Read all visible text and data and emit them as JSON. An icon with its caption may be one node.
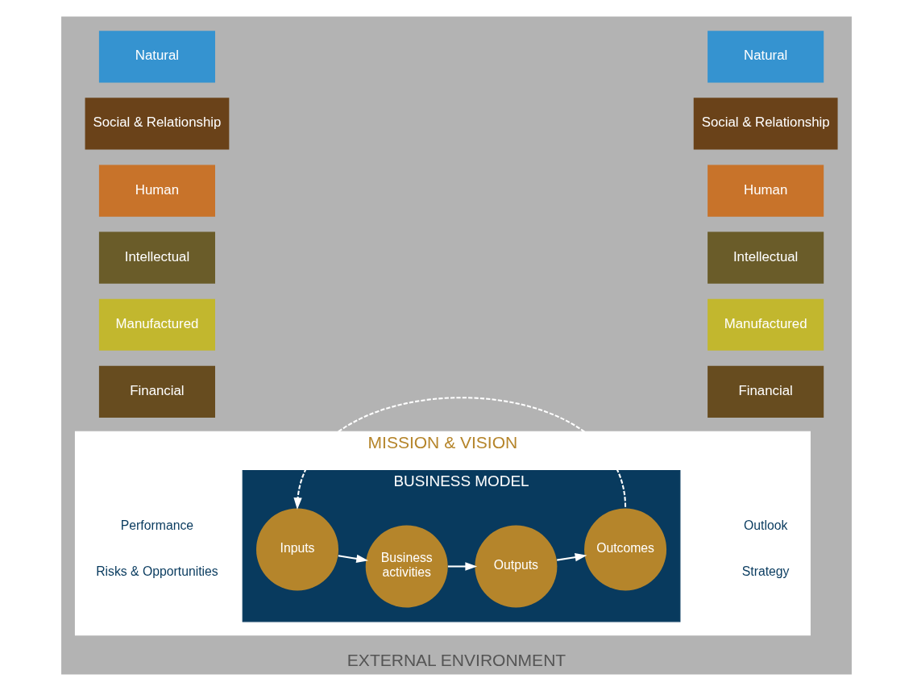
{
  "diagram": {
    "nodes": [
      {
        "text": [
          "EXTERNAL ENVIRONMENT"
        ]
      },
      {
        "text": [
          "Financial"
        ],
        "in": 0
      },
      {
        "text": [
          "Manufactured"
        ],
        "in": 0
      },
      {
        "text": [
          "Intellectual"
        ],
        "in": 0
      },
      {
        "text": [
          "Human"
        ],
        "in": 0
      },
      {
        "text": [
          "Social & Relationship"
        ],
        "in": 0
      },
      {
        "text": [
          "Natural"
        ],
        "in": 0
      },
      {
        "text": [
          "MISSION & VISION"
        ],
        "in": 0
      },
      {
        "text": [
          "BUSINESS MODEL"
        ],
        "in": 7
      },
      {
        "text": [
          "Inputs"
        ],
        "in": 8
      },
      {
        "text": [
          "Business activities"
        ],
        "in": 8
      },
      {
        "text": [
          "Outputs"
        ],
        "in": 8
      },
      {
        "text": [
          "Outcomes"
        ],
        "in": 8
      },
      {
        "text": [
          "Financial"
        ],
        "in": 0
      },
      {
        "text": [
          "Manufactured"
        ],
        "in": 0
      },
      {
        "text": [
          "Intellectual"
        ],
        "in": 0
      },
      {
        "text": [
          "Human"
        ],
        "in": 0
      },
      {
        "text": [
          "Social & Relationship"
        ],
        "in": 0
      },
      {
        "text": [
          "Natural"
        ],
        "in": 0
      }
    ],
    "edges": [
      {
        "from": 9,
        "to": 10,
        "arrow": "to"
      },
      {
        "from": 10,
        "to": 11,
        "arrow": "to"
      },
      {
        "from": 11,
        "to": 12,
        "arrow": "to"
      },
      {
        "from": 12,
        "to": 9,
        "arrow": "to",
        "style": "dashed"
      }
    ],
    "labels": [
      "Risks & Opportunities",
      "Strategy",
      "Performance",
      "Outlook"
    ]
  }
}
